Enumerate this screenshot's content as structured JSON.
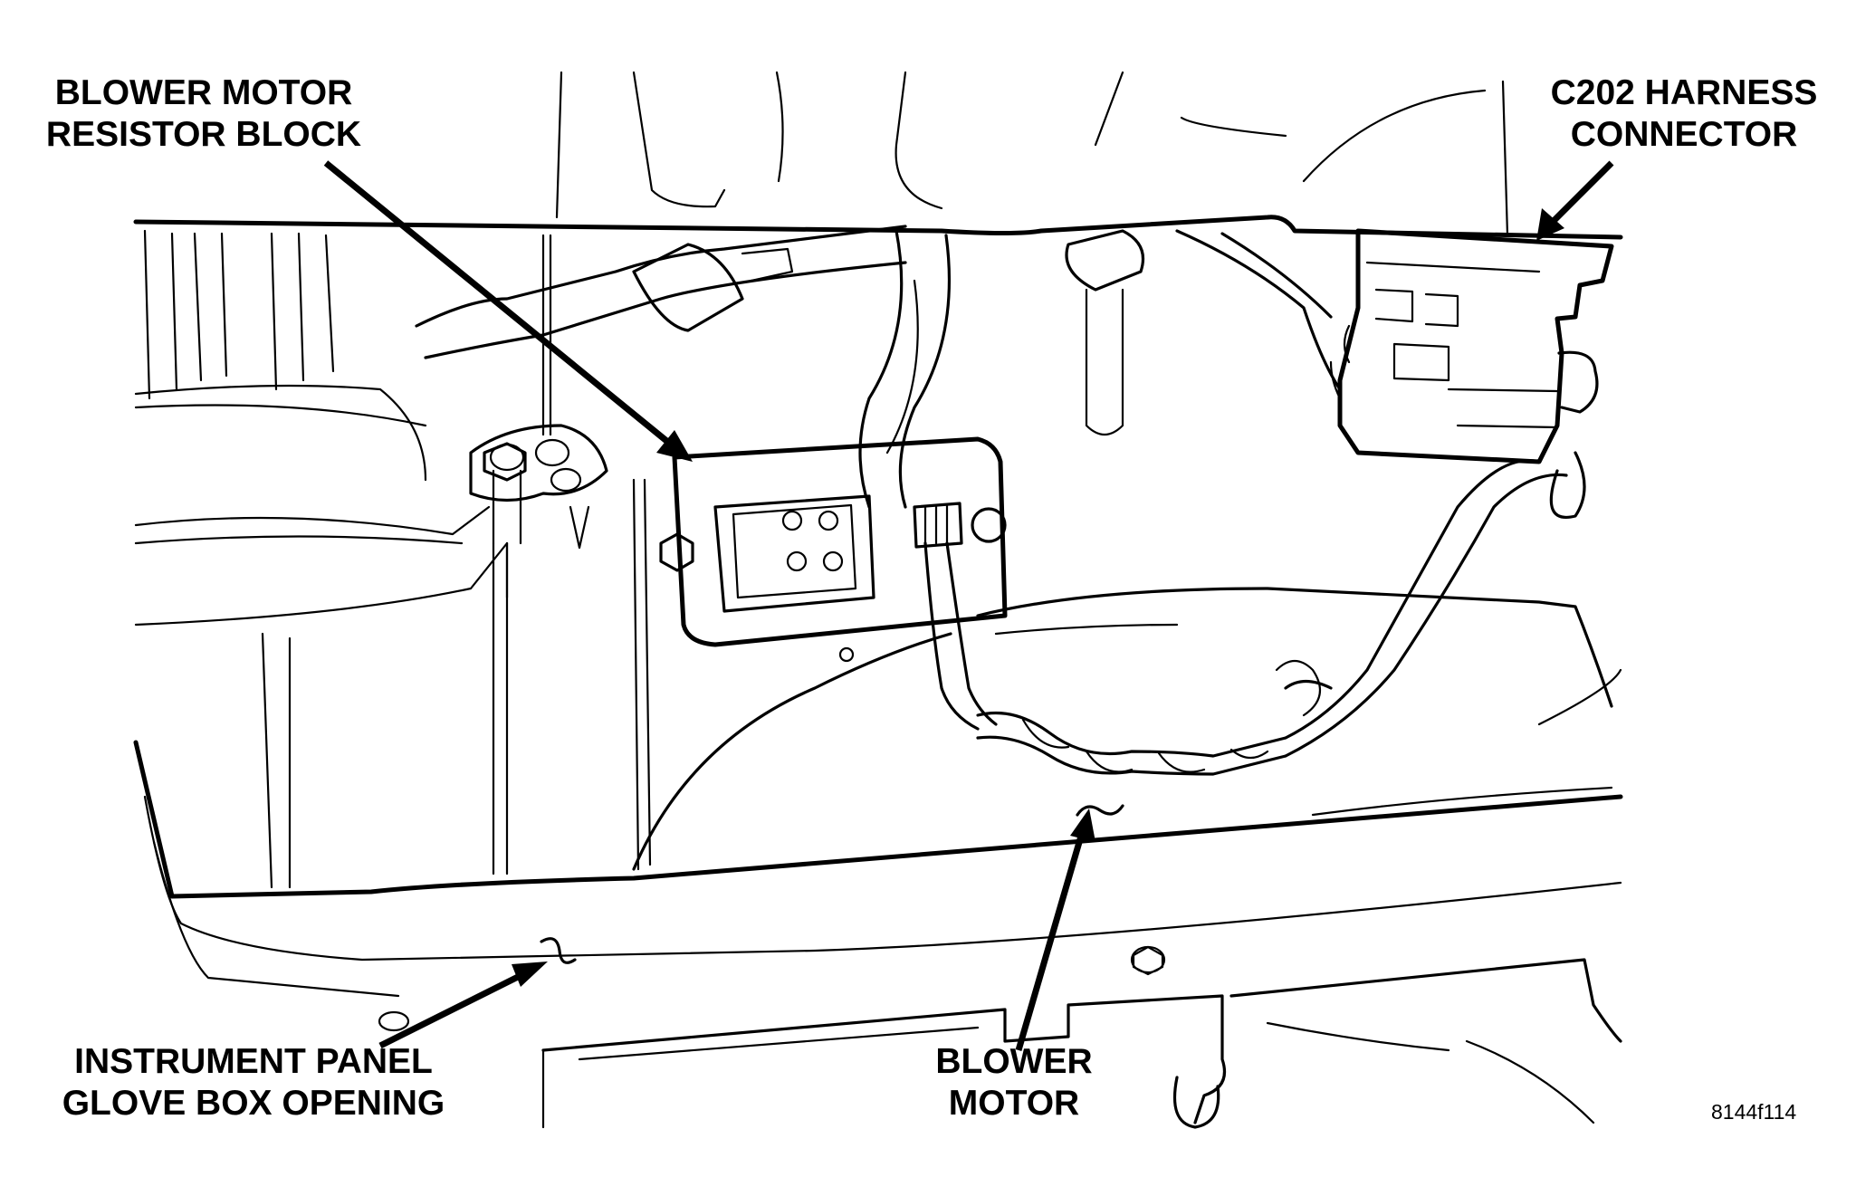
{
  "labels": {
    "resistor_block": [
      "BLOWER MOTOR",
      "RESISTOR BLOCK"
    ],
    "c202_connector": [
      "C202 HARNESS",
      "CONNECTOR"
    ],
    "glove_box_opening": [
      "INSTRUMENT PANEL",
      "GLOVE BOX OPENING"
    ],
    "blower_motor": [
      "BLOWER",
      "MOTOR"
    ]
  },
  "figure_id": "8144f114",
  "colors": {
    "ink": "#000000",
    "background": "#ffffff"
  }
}
